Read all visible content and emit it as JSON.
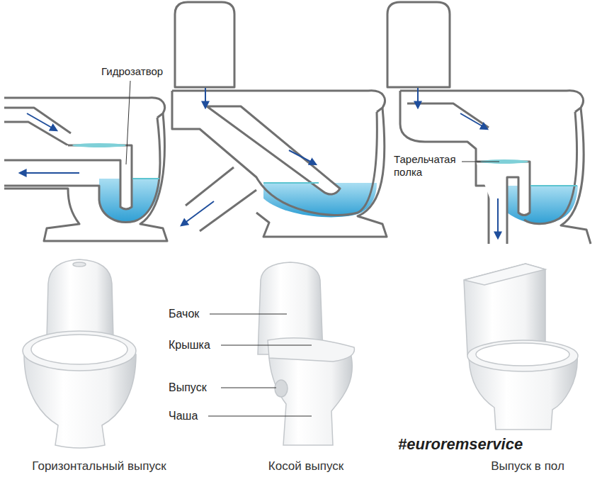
{
  "diagram": {
    "labels": [
      "Гидрозатвор",
      "Тарельчатая полка",
      "Бачок",
      "Крышка",
      "Выпуск",
      "Чаша",
      "#euroremservice",
      "Горизонтальный выпуск",
      "Косой выпуск",
      "Выпуск в пол"
    ]
  }
}
